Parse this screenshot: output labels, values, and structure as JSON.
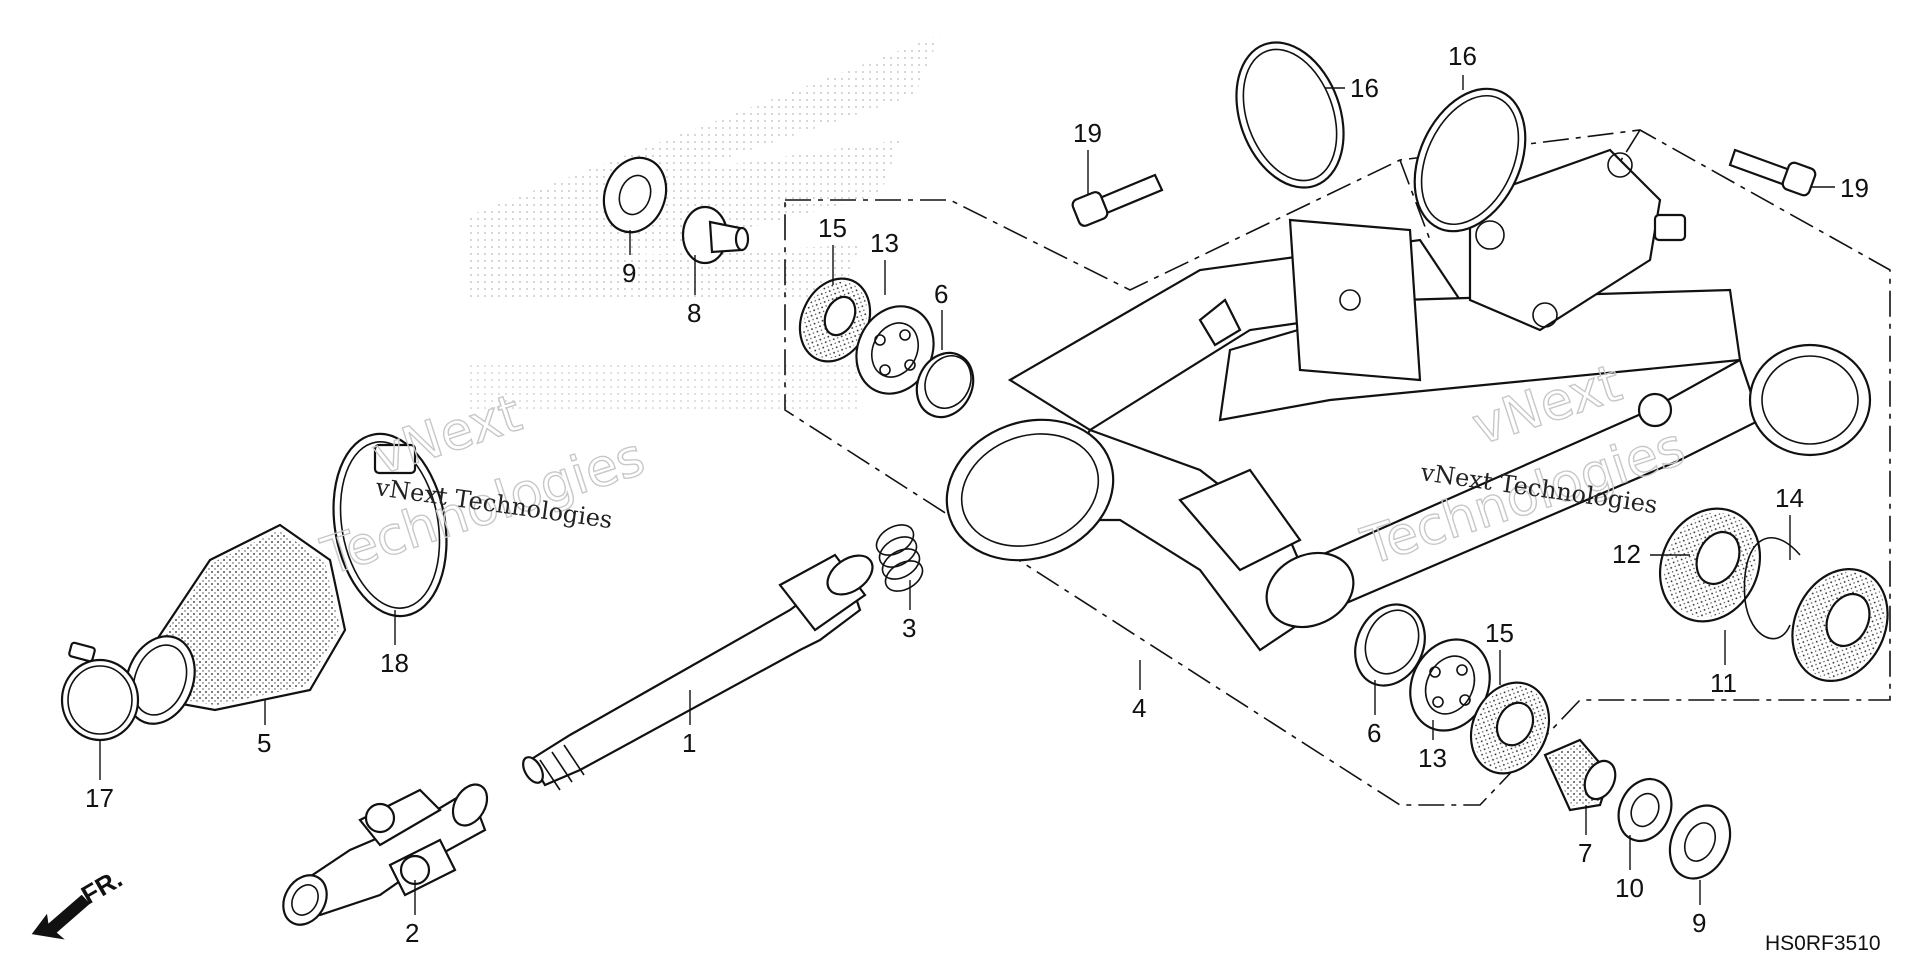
{
  "diagram": {
    "drawing_code": "HS0RF3510",
    "direction_label": "FR.",
    "watermark": {
      "text_outline_1": "vNext",
      "text_outline_2": "Technologies",
      "text_solid": "vNext Technologies"
    },
    "callouts": {
      "c1": "1",
      "c2": "2",
      "c3": "3",
      "c4": "4",
      "c5": "5",
      "c6a": "6",
      "c6b": "6",
      "c7": "7",
      "c8": "8",
      "c9a": "9",
      "c9b": "9",
      "c10": "10",
      "c11": "11",
      "c12": "12",
      "c13a": "13",
      "c13b": "13",
      "c14": "14",
      "c15a": "15",
      "c15b": "15",
      "c16a": "16",
      "c16b": "16",
      "c17": "17",
      "c18": "18",
      "c19a": "19",
      "c19b": "19"
    }
  }
}
